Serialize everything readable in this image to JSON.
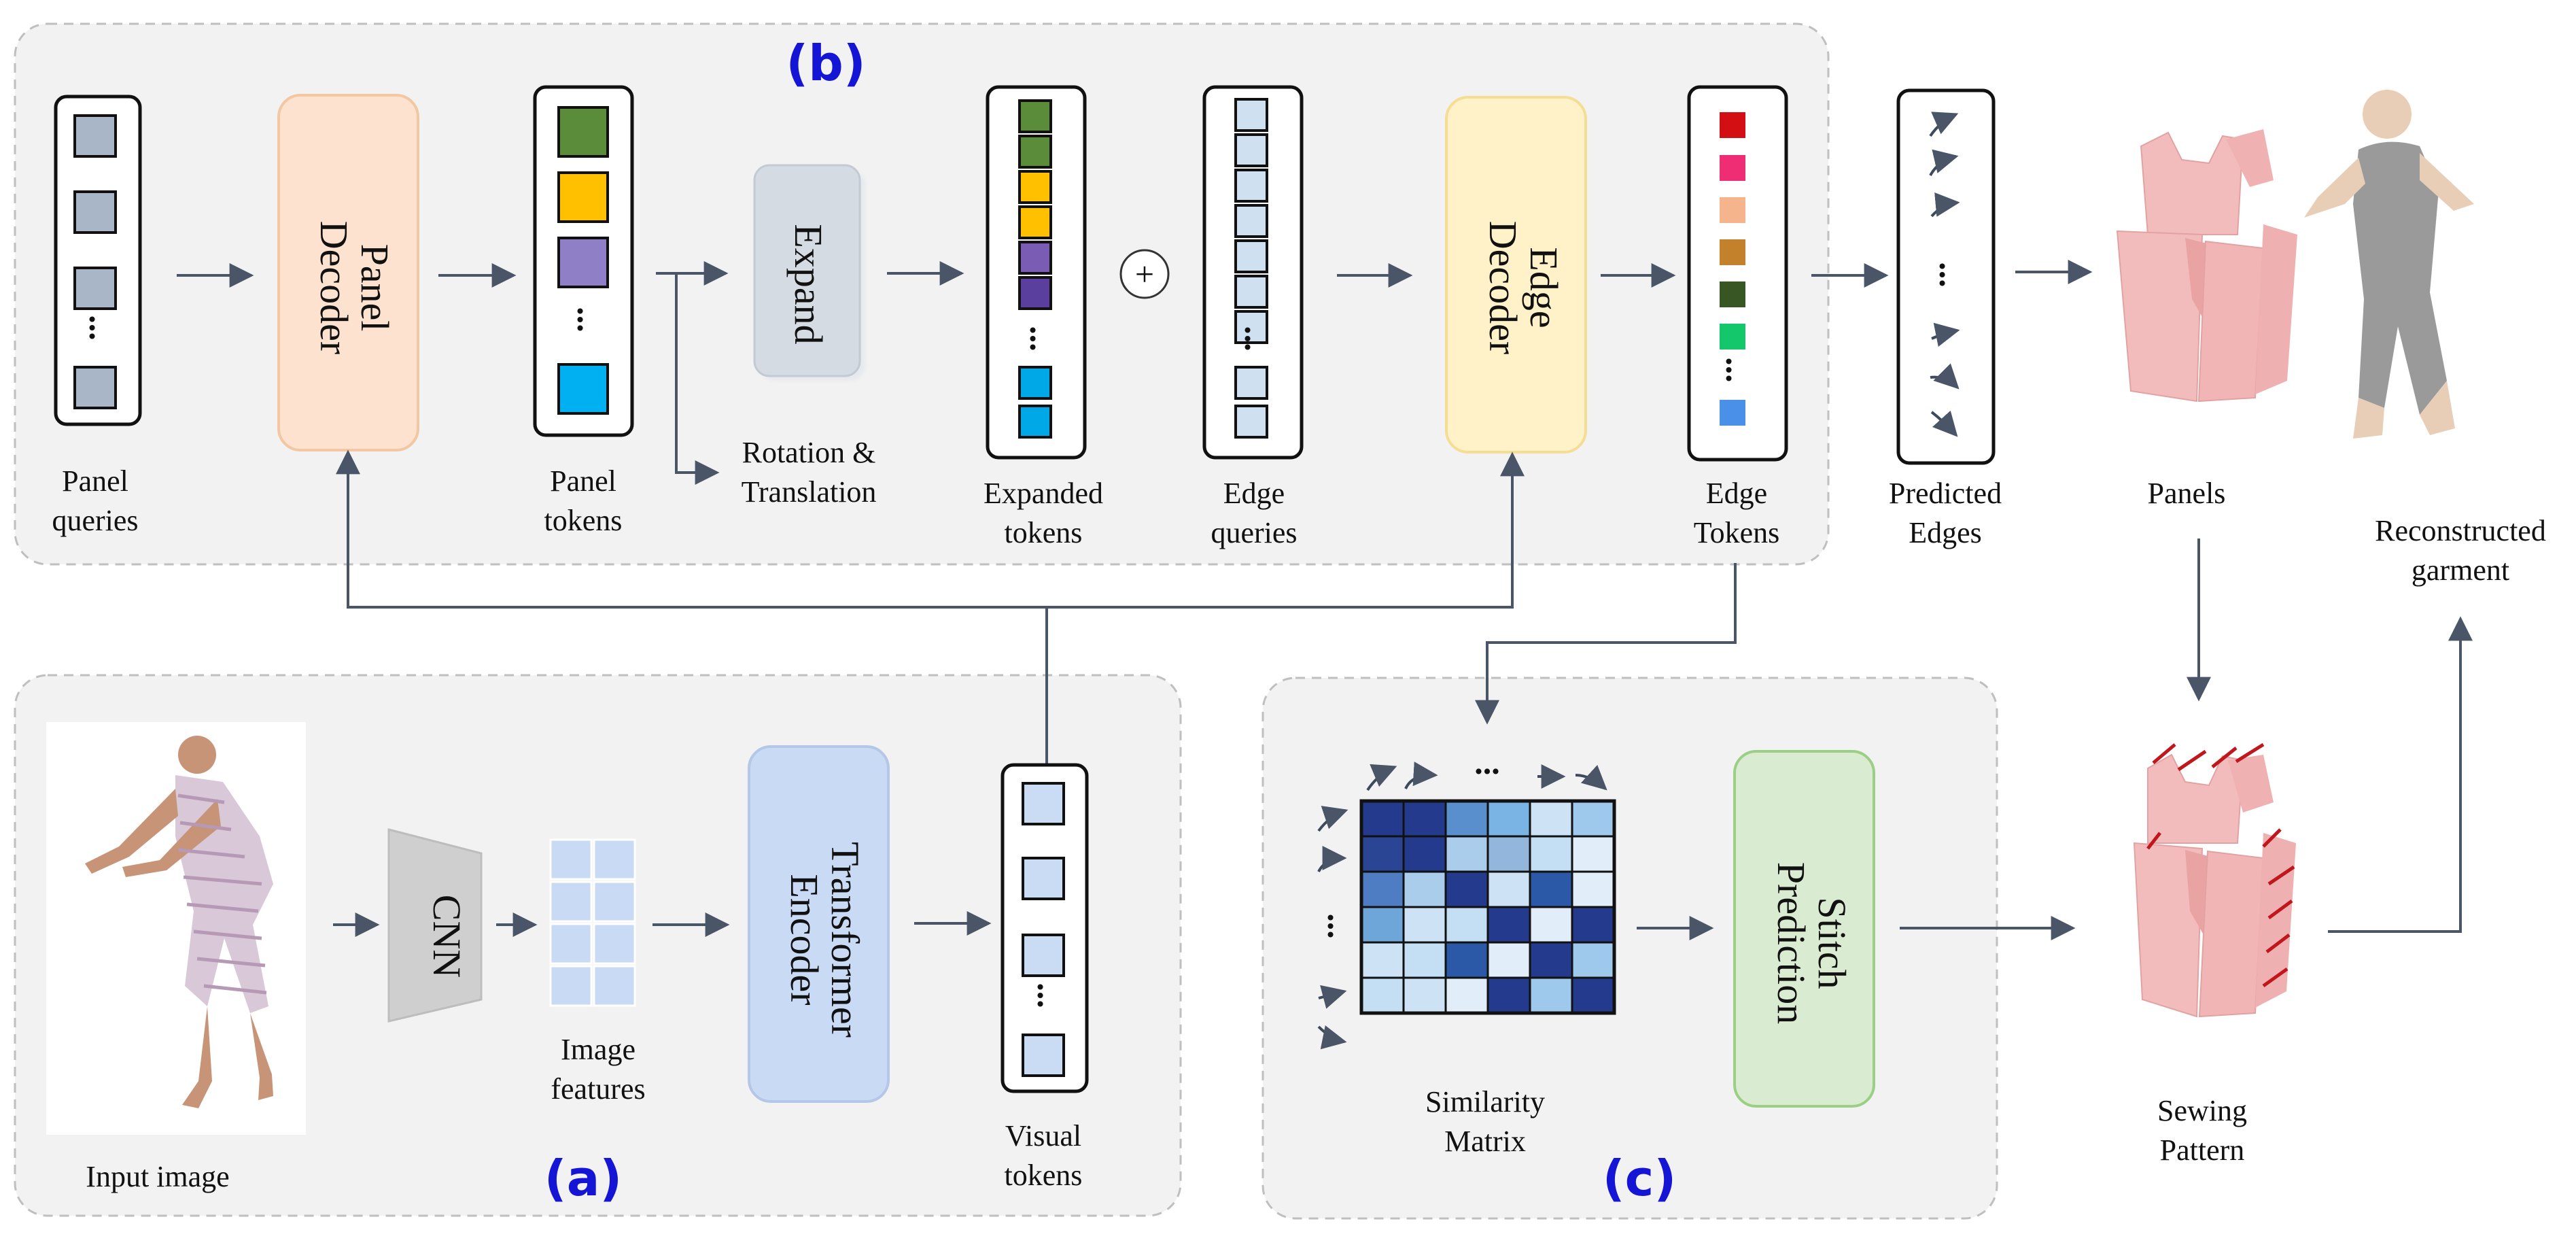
{
  "sections": {
    "a": "(a)",
    "b": "(b)",
    "c": "(c)"
  },
  "section_label_color": "#1515d6",
  "labels": {
    "panel_queries": [
      "Panel",
      "queries"
    ],
    "panel_decoder": [
      "Panel",
      "Decoder"
    ],
    "panel_tokens": [
      "Panel",
      "tokens"
    ],
    "expand": "Expand",
    "rotation_translation": [
      "Rotation &",
      "Translation"
    ],
    "expanded_tokens": [
      "Expanded",
      "tokens"
    ],
    "plus": "+",
    "edge_queries": [
      "Edge",
      "queries"
    ],
    "edge_decoder": [
      "Edge",
      "Decoder"
    ],
    "edge_tokens": [
      "Edge",
      "Tokens"
    ],
    "predicted_edges": [
      "Predicted",
      "Edges"
    ],
    "panels": "Panels",
    "reconstructed_garment": [
      "Reconstructed",
      "garment"
    ],
    "input_image": "Input image",
    "cnn": "CNN",
    "image_features": [
      "Image",
      "features"
    ],
    "transformer_encoder": [
      "Transformer",
      "Encoder"
    ],
    "visual_tokens": [
      "Visual",
      "tokens"
    ],
    "similarity_matrix": [
      "Similarity",
      "Matrix"
    ],
    "stitch_prediction": [
      "Stitch",
      "Prediction"
    ],
    "sewing_pattern": [
      "Sewing",
      "Pattern"
    ],
    "ellipsis": "..."
  },
  "colors": {
    "panel_decoder": "#fde3cf",
    "edge_decoder": "#fff2c9",
    "expand": "#d5dbe3",
    "transformer_encoder": "#c9daf5",
    "stitch_prediction": "#d9ecd1",
    "query_square": "#a9b6c8",
    "edge_query_square": "#cfe0f1",
    "visual_token_square": "#c9dcf4",
    "image_feature_cell": "#c8daf4",
    "cnn": "#cfcfcf",
    "arrow": "#4a5668",
    "panel_tokens": [
      "#5b8c3a",
      "#ffc000",
      "#8f7fc6",
      "#00b0f0"
    ],
    "expanded_tokens": [
      "#5b8c3a",
      "#5b8c3a",
      "#ffc000",
      "#ffc000",
      "#7b5cb5",
      "#5b3f9e",
      "#00a8e8",
      "#00a8e8"
    ],
    "edge_tokens": [
      "#d40f14",
      "#ef2d74",
      "#f6b48c",
      "#c4812c",
      "#375623",
      "#15c76b",
      "#4a8fe8"
    ],
    "similarity_matrix": [
      [
        "#243a8c",
        "#243a8c",
        "#5a8fcd",
        "#7ab4e4",
        "#cde2f5",
        "#9ec9ec"
      ],
      [
        "#2a4594",
        "#243a8c",
        "#a9cdea",
        "#93b6dc",
        "#c4def3",
        "#e1edf8"
      ],
      [
        "#4f7dc3",
        "#a9cdea",
        "#243a8c",
        "#cde2f5",
        "#2b59a8",
        "#e1edf8"
      ],
      [
        "#6fa6da",
        "#cde2f5",
        "#c4def3",
        "#243a8c",
        "#e1edf8",
        "#243a8c"
      ],
      [
        "#cde2f5",
        "#c4def3",
        "#2b59a8",
        "#e1edf8",
        "#243a8c",
        "#9ec9ec"
      ],
      [
        "#c4def3",
        "#cde2f5",
        "#e1edf8",
        "#243a8c",
        "#9ec9ec",
        "#243a8c"
      ]
    ]
  }
}
